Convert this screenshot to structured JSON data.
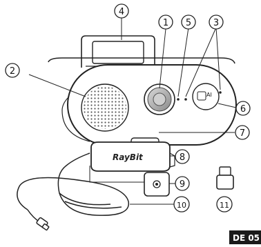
{
  "brand": "RayBit",
  "ai_label": "AI",
  "corner_code": "DE 05",
  "callouts": [
    {
      "id": "c1",
      "label": "1"
    },
    {
      "id": "c2",
      "label": "2"
    },
    {
      "id": "c3",
      "label": "3"
    },
    {
      "id": "c4",
      "label": "4"
    },
    {
      "id": "c5",
      "label": "5"
    },
    {
      "id": "c6",
      "label": "6"
    },
    {
      "id": "c7",
      "label": "7"
    },
    {
      "id": "c8",
      "label": "8"
    },
    {
      "id": "c9",
      "label": "9"
    },
    {
      "id": "c10",
      "label": "10"
    },
    {
      "id": "c11",
      "label": "11"
    }
  ]
}
